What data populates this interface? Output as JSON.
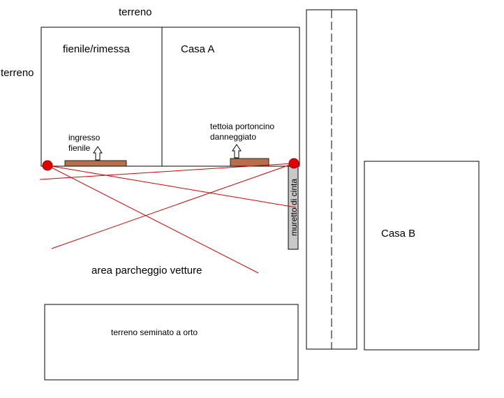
{
  "labels": {
    "terreno_top": "terreno",
    "terreno_left": "terreno",
    "fienile": "fienile/rimessa",
    "casa_a": "Casa A",
    "ingresso": "ingresso\nfienile",
    "tettoia": "tettoia portoncino\ndanneggiato",
    "muretto": "muretto di cinta",
    "area_parcheggio": "area parcheggio vetture",
    "terreno_orto": "terreno seminato a orto",
    "casa_b": "Casa B"
  },
  "colors": {
    "outline": "#000000",
    "camera_lines": "#d40000",
    "camera_dot": "#e00000",
    "door_fill": "#b5704b",
    "wall_fill": "#c8c8c8"
  }
}
